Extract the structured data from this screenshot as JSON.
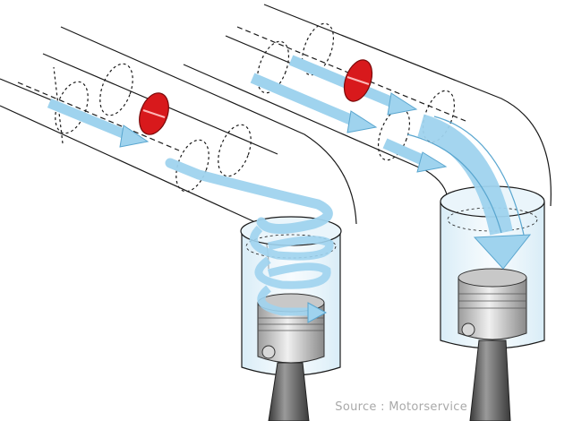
{
  "credit": "Source : Motorservice",
  "colors": {
    "outline": "#1a1a1a",
    "air_fill": "#bfe3f5",
    "air_stroke": "#5aa6cf",
    "flap": "#d8191c",
    "glass": "#e4f2fa",
    "steel": "#6d6d6d"
  },
  "diagrams": [
    {
      "name": "swirl",
      "flap_state": "closed",
      "flow": "spiral"
    },
    {
      "name": "tumble",
      "flap_state": "open",
      "flow": "tumble"
    }
  ]
}
